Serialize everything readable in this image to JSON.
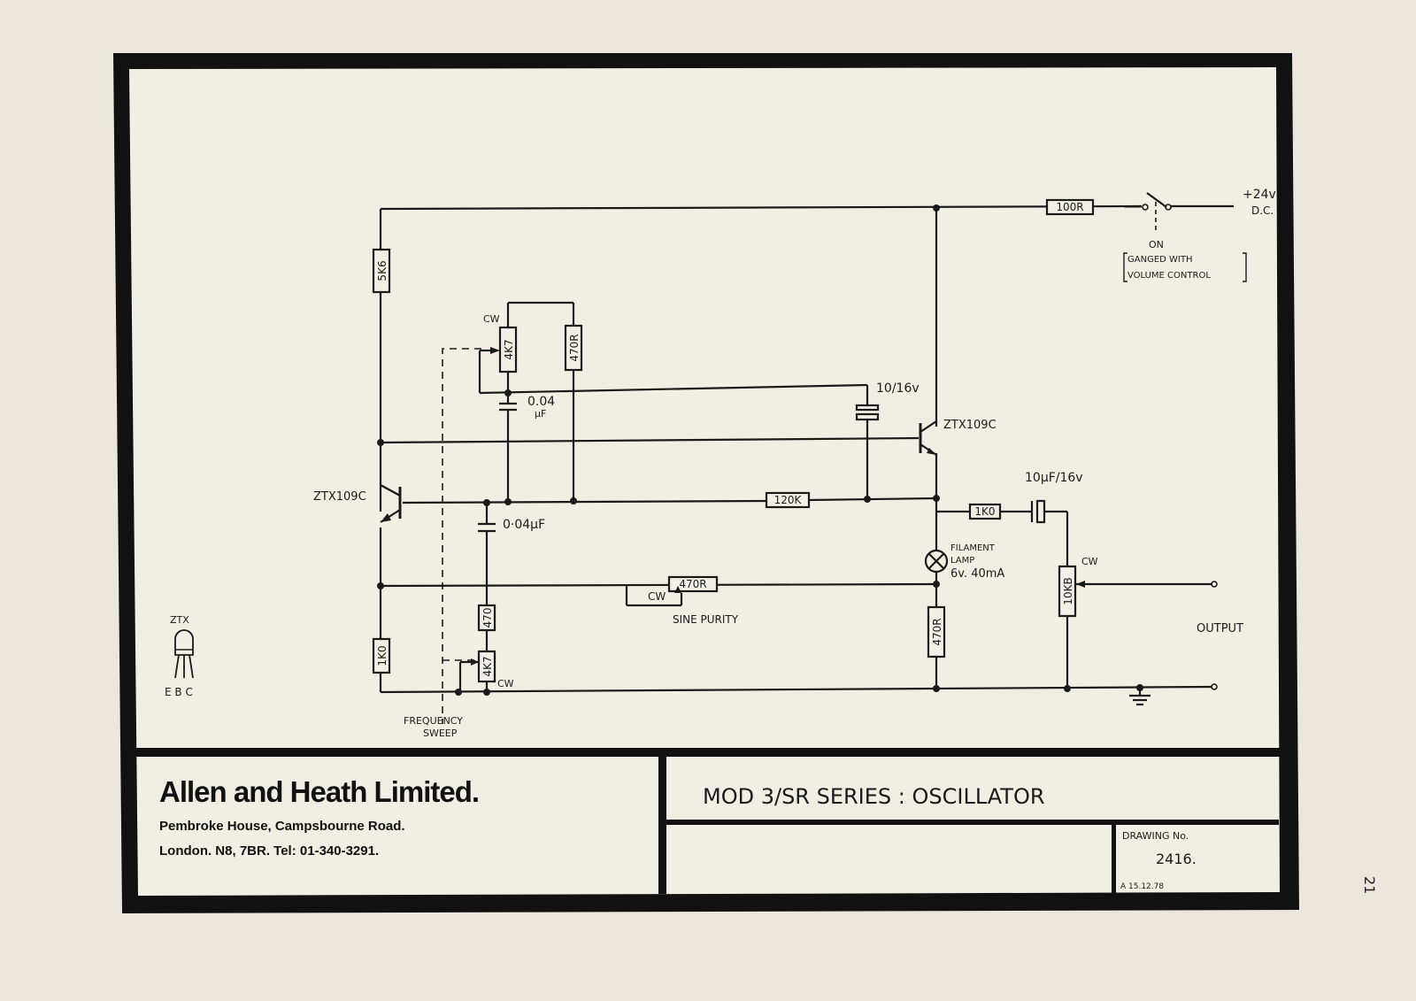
{
  "schematic": {
    "components": {
      "r_5k6": "5K6",
      "pot_4k7_top": "4K7",
      "r_470r_top": "470R",
      "cap_004_top": "0.04",
      "cap_004_top_unit": "µF",
      "cap_10_16v": "10/16v",
      "q_right": "ZTX109C",
      "q_left": "ZTX109C",
      "r_120k": "120K",
      "cap_004_mid": "0·04µF",
      "r_1k0_out": "1K0",
      "cap_out": "10µF/16v",
      "lamp_label_1": "FILAMENT",
      "lamp_label_2": "LAMP",
      "lamp_rating": "6v. 40mA",
      "pot_470r_purity": "470R",
      "r_470r_bottom": "470R",
      "pot_10kb": "10KB",
      "r_1k0_left": "1K0",
      "r_470_mid": "470",
      "pot_4k7_bottom": "4K7",
      "r_100r": "100R",
      "cw_top": "CW",
      "cw_purity": "CW",
      "cw_bottom": "CW",
      "cw_volume": "CW"
    },
    "labels": {
      "supply": "+24v",
      "supply_dc": "D.C.",
      "switch_on": "ON",
      "ganged_1": "GANGED WITH",
      "ganged_2": "VOLUME CONTROL",
      "sine_purity": "SINE PURITY",
      "frequency": "FREQUENCY",
      "sweep": "SWEEP",
      "output": "OUTPUT",
      "ztx": "ZTX",
      "ebc": "E B C"
    }
  },
  "title_block": {
    "company": "Allen and Heath Limited.",
    "address_1": "Pembroke House, Campsbourne Road.",
    "address_2": "London. N8, 7BR. Tel: 01-340-3291.",
    "title": "MOD 3/SR SERIES :   OSCILLATOR",
    "drawing_no_label": "DRAWING No.",
    "drawing_no": "2416.",
    "revision": "A 15.12.78"
  },
  "page_number": "21"
}
